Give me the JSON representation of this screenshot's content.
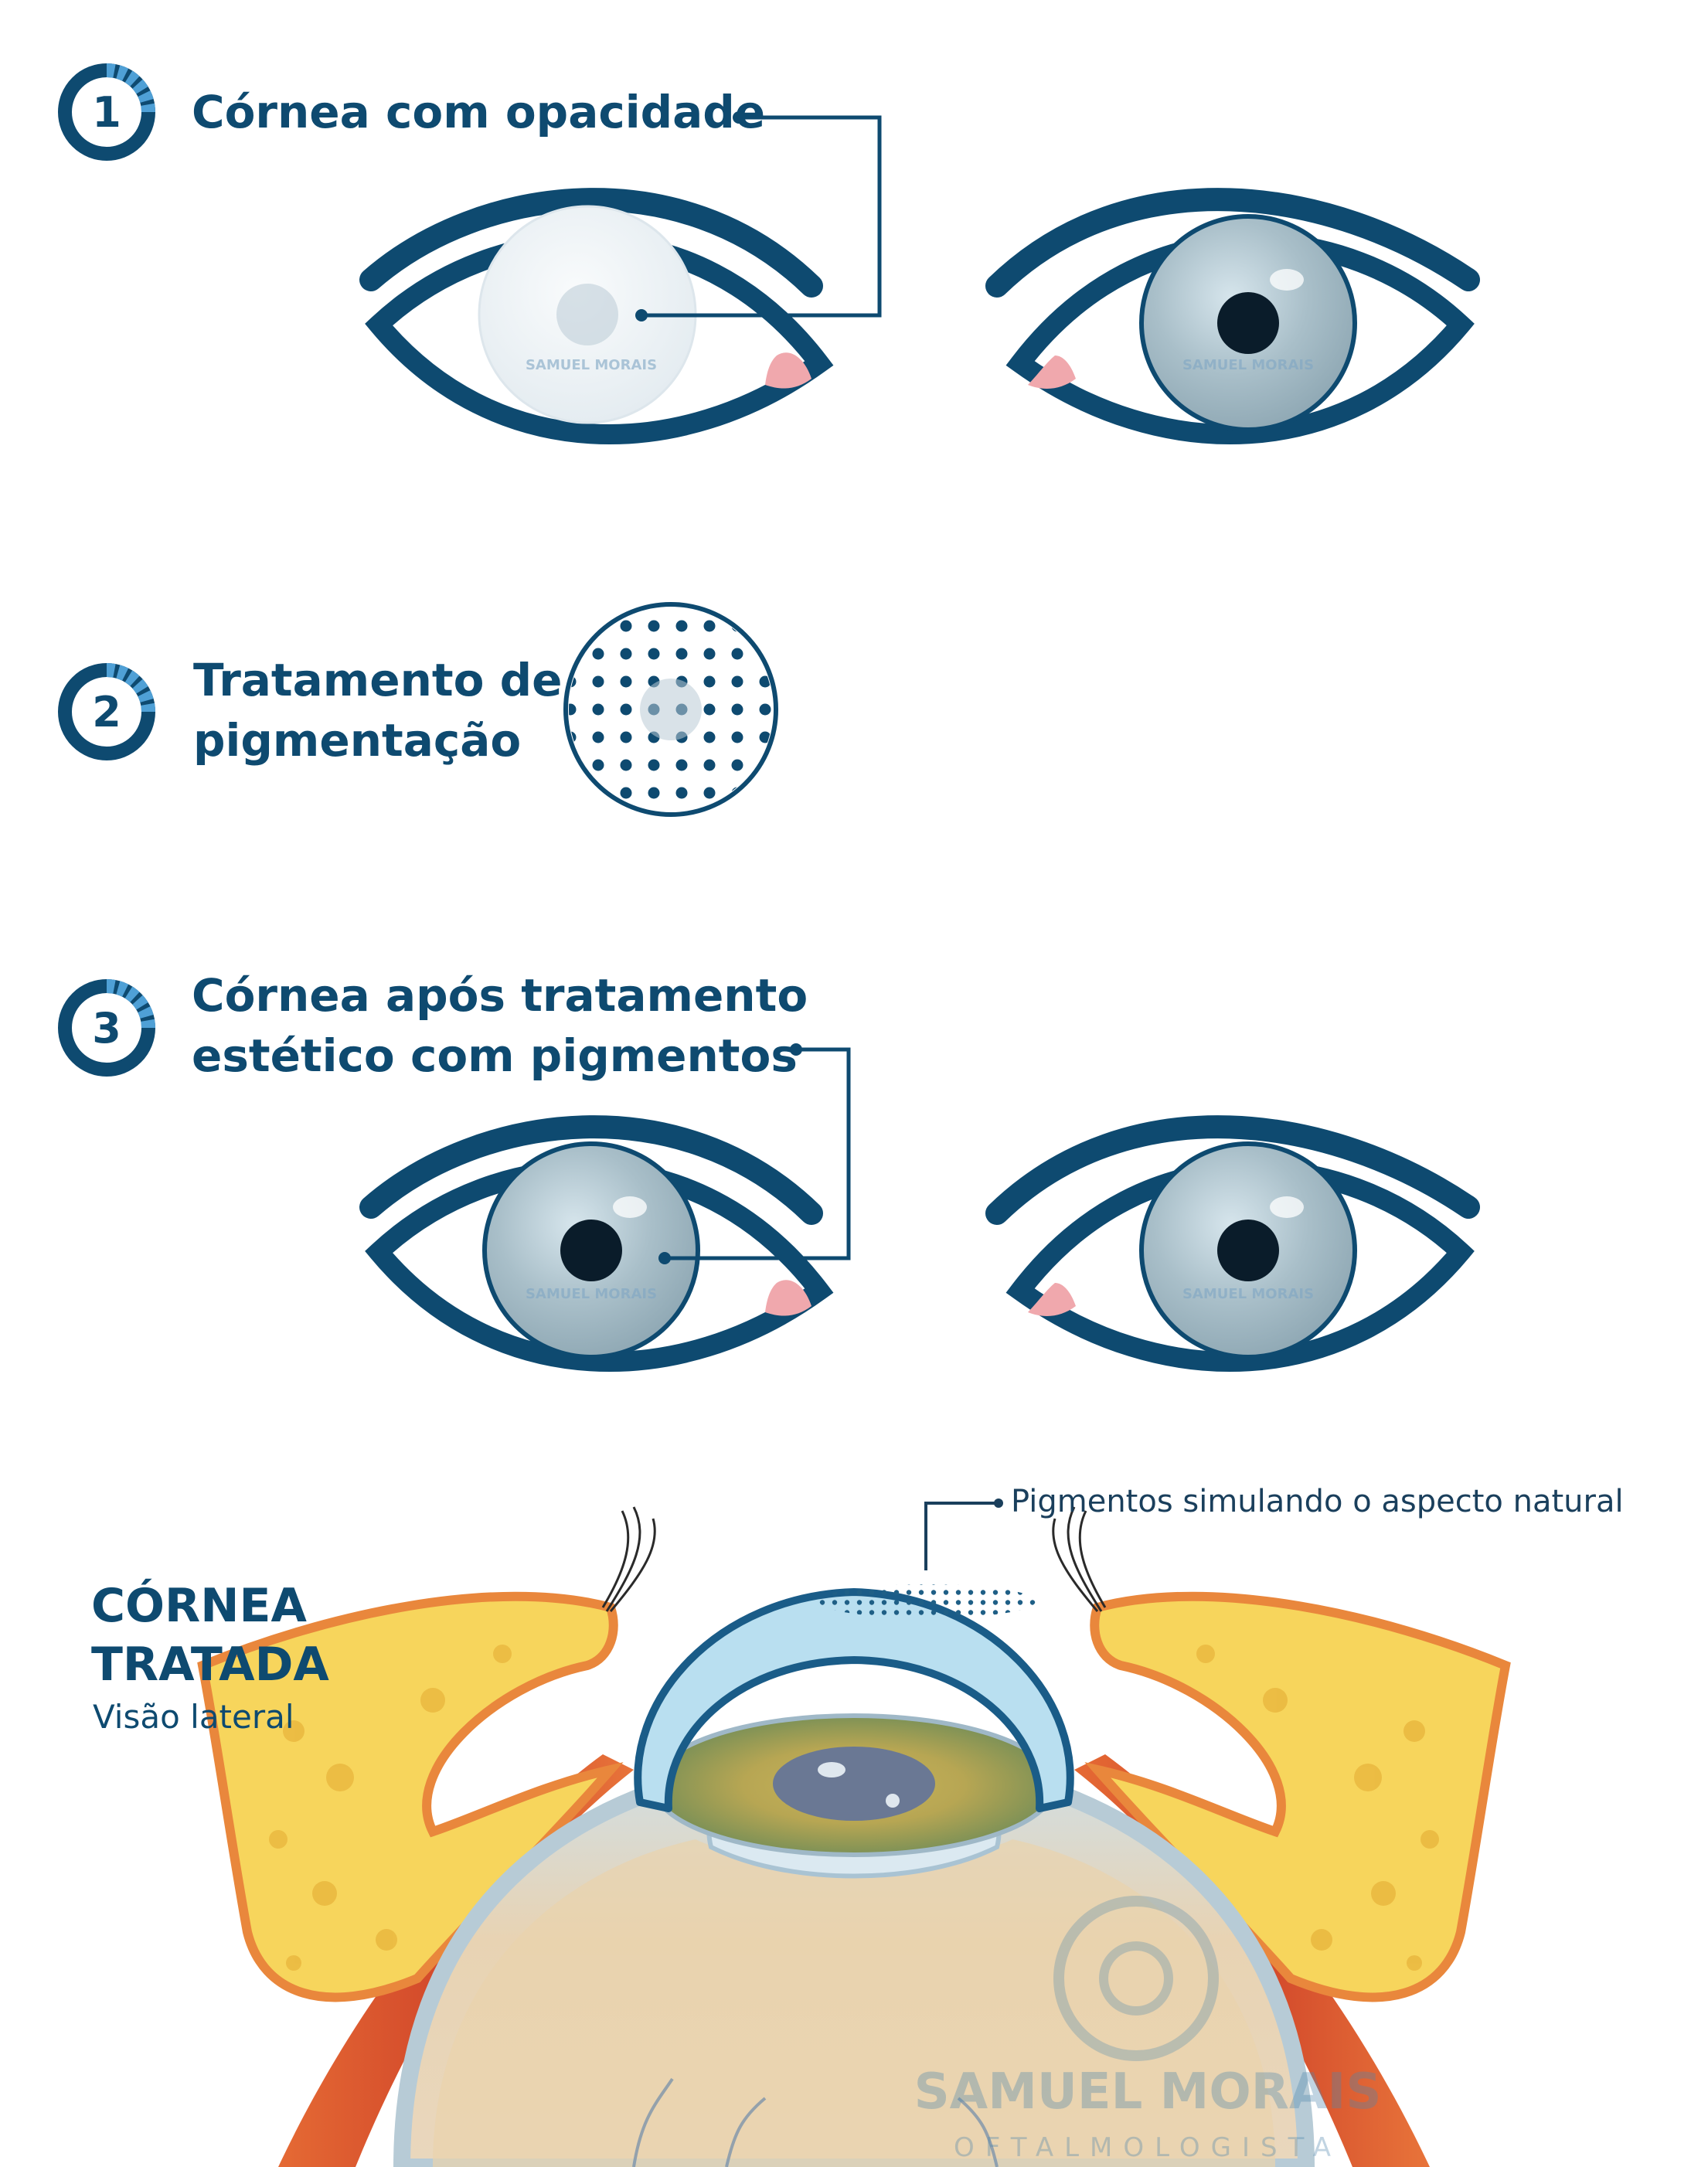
{
  "steps": [
    {
      "number": "1",
      "title_line1": "Córnea com opacidade",
      "title_line2": ""
    },
    {
      "number": "2",
      "title_line1": "Tratamento de",
      "title_line2": "pigmentação"
    },
    {
      "number": "3",
      "title_line1": "Córnea após tratamento",
      "title_line2": "estético com pigmentos"
    }
  ],
  "side_view": {
    "title_line1": "CÓRNEA",
    "title_line2": "TRATADA",
    "subtitle": "Visão lateral",
    "callout": "Pigmentos simulando o aspecto natural"
  },
  "watermark": {
    "name": "SAMUEL MORAIS",
    "role": "OFTALMOLOGISTA"
  },
  "colors": {
    "brand_navy": "#0e4a70",
    "iris_gray": "#a9bfc9",
    "opaque_cornea": "#eef3f6",
    "caruncle_pink": "#f0a8ad",
    "cornea_blue": "#aed6ea",
    "muscle_red": "#d9542e",
    "fat_yellow": "#f7d55c"
  }
}
